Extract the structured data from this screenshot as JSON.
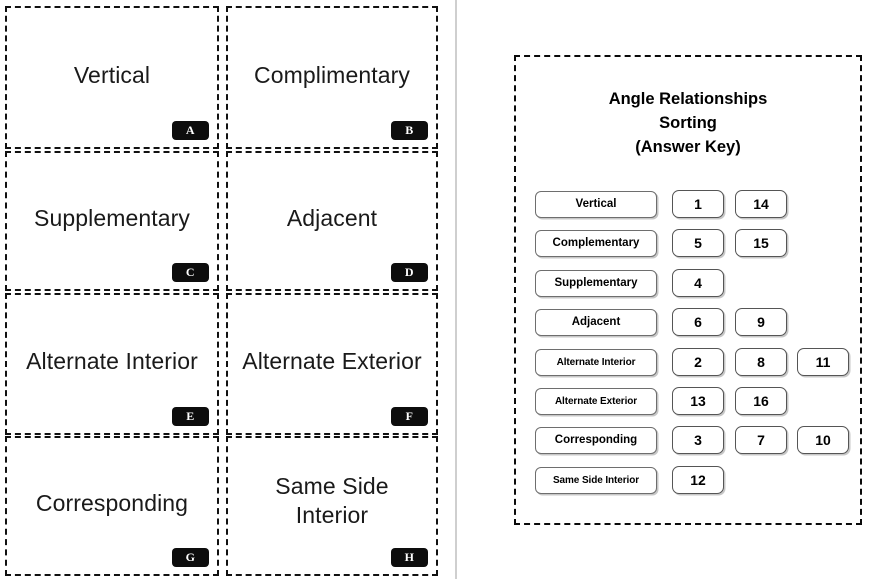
{
  "cards": {
    "items": [
      {
        "label": "Vertical",
        "badge": "A"
      },
      {
        "label": "Complimentary",
        "badge": "B"
      },
      {
        "label": "Supplementary",
        "badge": "C"
      },
      {
        "label": "Adjacent",
        "badge": "D"
      },
      {
        "label": "Alternate Interior",
        "badge": "E"
      },
      {
        "label": "Alternate Exterior",
        "badge": "F"
      },
      {
        "label": "Corresponding",
        "badge": "G"
      },
      {
        "label": "Same Side Interior",
        "badge": "H"
      }
    ]
  },
  "answer_key": {
    "title_line_1": "Angle Relationships",
    "title_line_2": "Sorting",
    "title_line_3": "(Answer Key)",
    "rows": [
      {
        "label": "Vertical",
        "numbers": [
          "1",
          "14"
        ]
      },
      {
        "label": "Complementary",
        "numbers": [
          "5",
          "15"
        ]
      },
      {
        "label": "Supplementary",
        "numbers": [
          "4"
        ]
      },
      {
        "label": "Adjacent",
        "numbers": [
          "6",
          "9"
        ]
      },
      {
        "label": "Alternate Interior",
        "numbers": [
          "2",
          "8",
          "11"
        ]
      },
      {
        "label": "Alternate Exterior",
        "numbers": [
          "13",
          "16"
        ]
      },
      {
        "label": "Corresponding",
        "numbers": [
          "3",
          "7",
          "10"
        ]
      },
      {
        "label": "Same Side Interior",
        "numbers": [
          "12"
        ]
      }
    ]
  },
  "colors": {
    "badge_background": "#0d0d0d",
    "badge_text": "#ffffff",
    "card_border": "#111111",
    "panel_border": "#0a0a0a",
    "divider": "#cfcfcf",
    "box_border": "#6e6e6e",
    "page_background": "#ffffff"
  }
}
